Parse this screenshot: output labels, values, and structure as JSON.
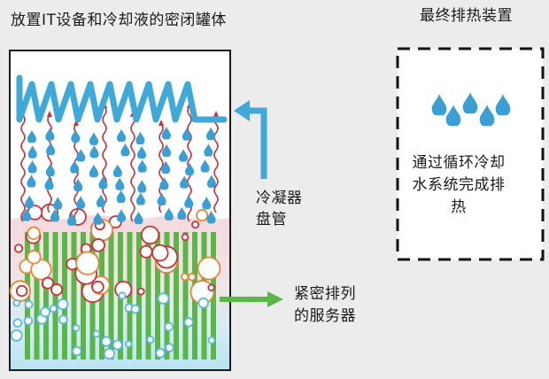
{
  "tank": {
    "title": "放置IT设备和冷却液的密闭罐体"
  },
  "heat_sink": {
    "title": "最终排热装置",
    "description": "通过循环冷却水系统完成排热"
  },
  "labels": {
    "condenser_coil": "冷凝器\n盘管",
    "servers": "紧密排列\n的服务器"
  },
  "colors": {
    "background": "#ececec",
    "tank_border": "#1a1a1a",
    "coil_blue": "#3fa9d9",
    "heat_red": "#c8323a",
    "server_green": "#59b845",
    "droplet_blue": "#3a9fd4",
    "liquid_pink": "#f3dcdd",
    "liquid_cyan": "#c3e6f2"
  },
  "icons": {
    "droplet": "water-droplet-icon",
    "bubble": "vapor-bubble-icon",
    "arrow": "flow-arrow-icon"
  }
}
